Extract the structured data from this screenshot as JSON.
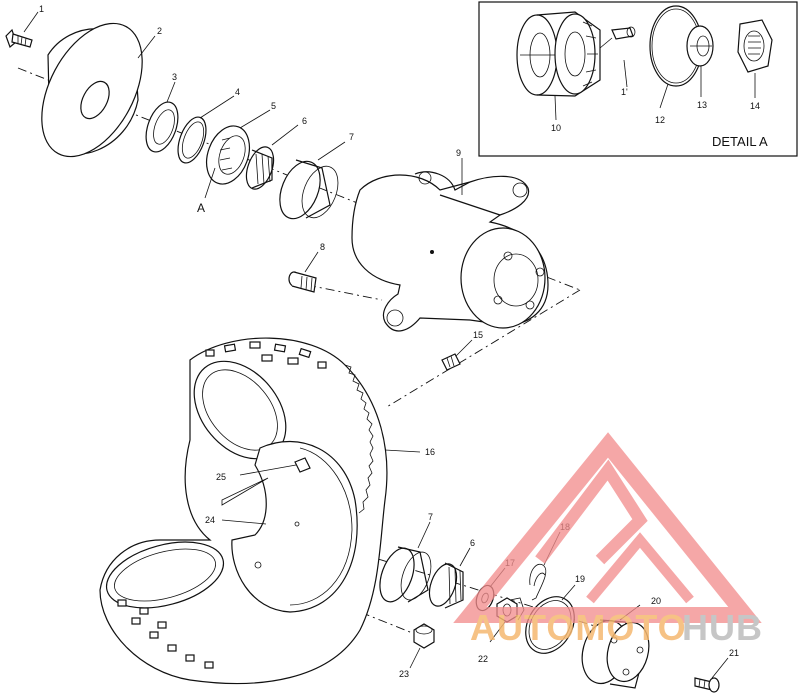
{
  "detail": {
    "title": "DETAIL A"
  },
  "callouts": {
    "c1": "1",
    "c2": "2",
    "c3": "3",
    "c4": "4",
    "c5": "5",
    "c6": "6",
    "c7": "7",
    "c8": "8",
    "c9": "9",
    "c10": "10",
    "c1p": "1'",
    "c12": "12",
    "c13": "13",
    "c14": "14",
    "c15": "15",
    "c16": "16",
    "c7b": "7",
    "c6b": "6",
    "c17": "17",
    "c18": "18",
    "c19": "19",
    "c20": "20",
    "c21": "21",
    "c22": "22",
    "c23": "23",
    "c24": "24",
    "c25": "25",
    "cA": "A"
  },
  "watermark": {
    "part1": "AUTOMOTO",
    "part2": "HUB",
    "color_tri": "#f28c8c",
    "color_text1": "#f5b870",
    "color_text2": "#bdbdbd"
  }
}
